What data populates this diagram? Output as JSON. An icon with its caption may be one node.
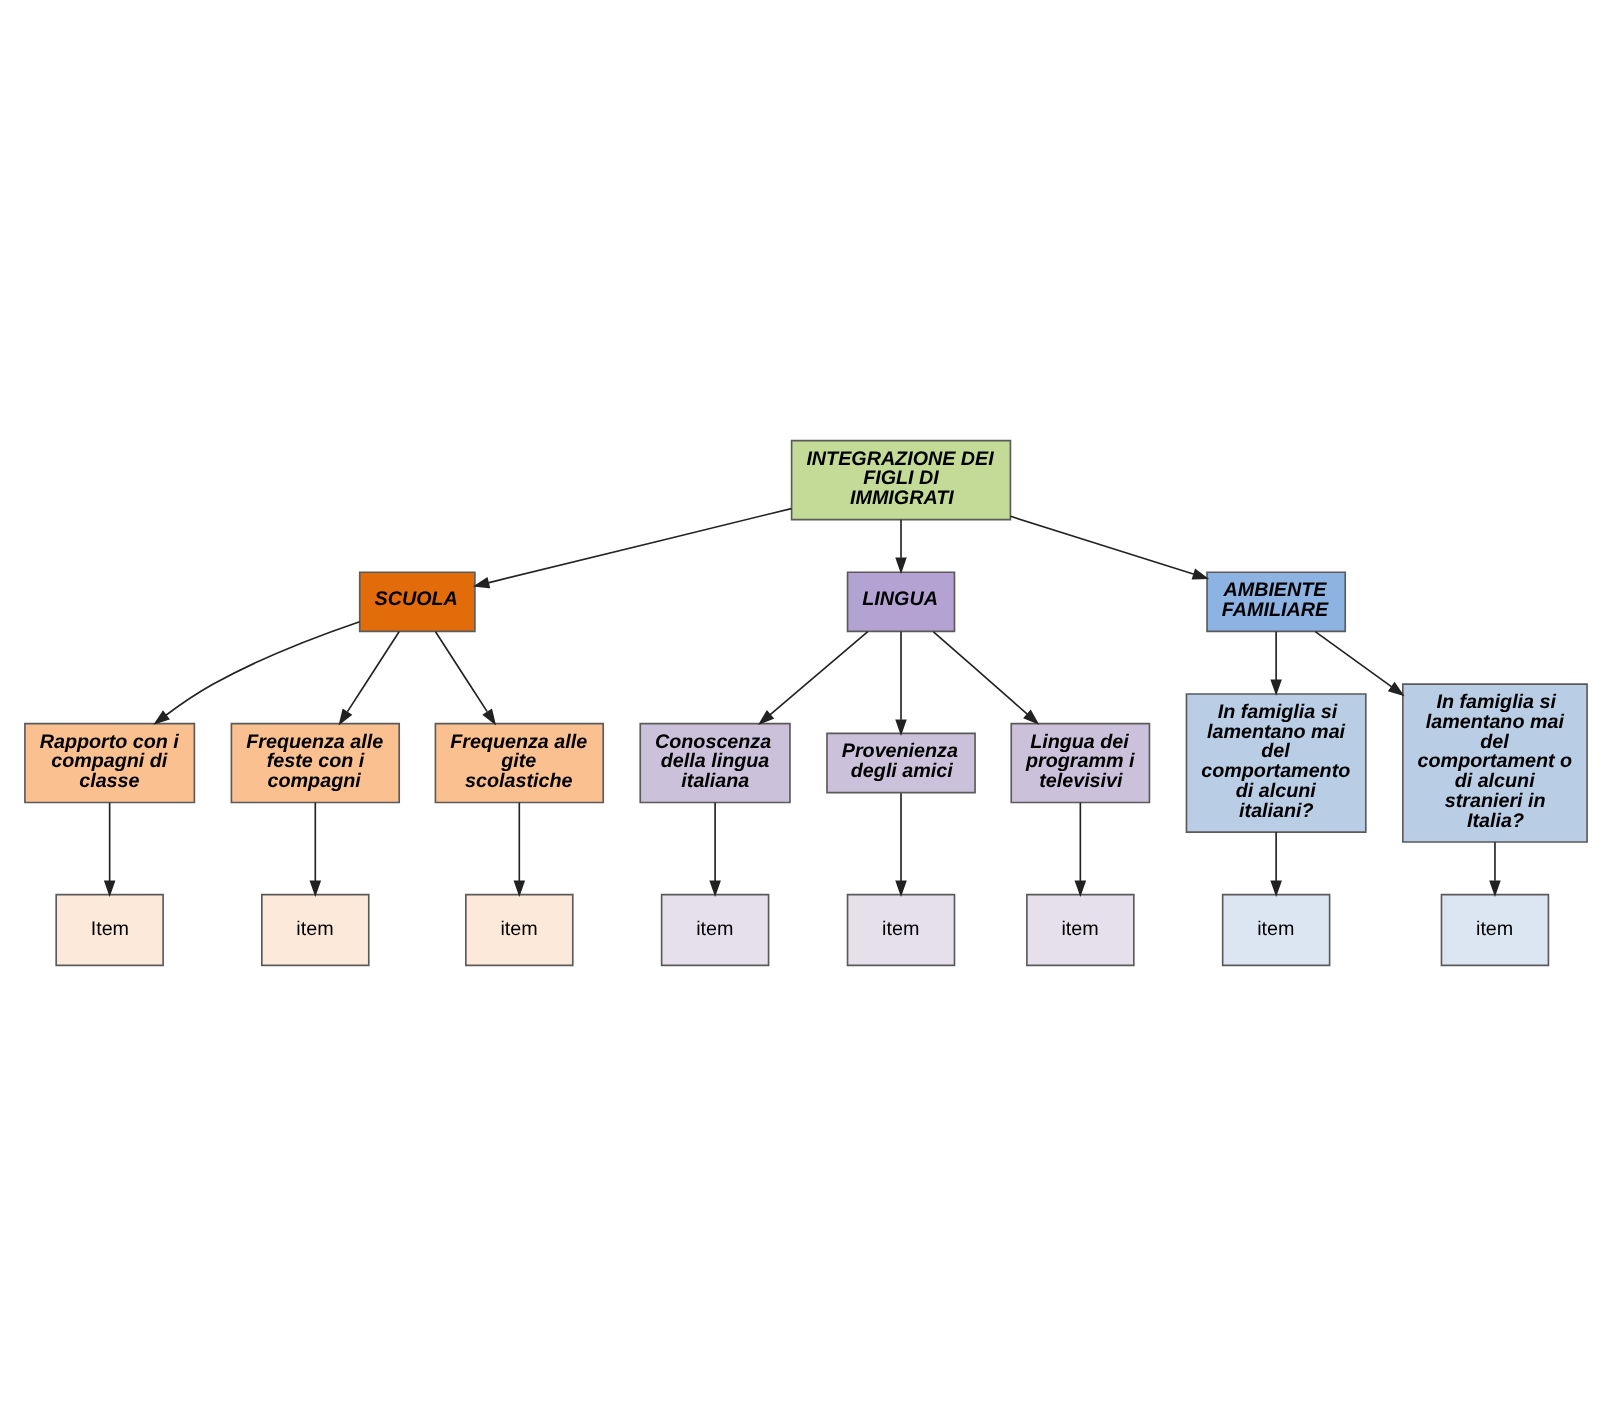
{
  "diagram": {
    "nodes": [
      {
        "text": [
          "INTEGRAZIONE DEI FIGLI DI IMMIGRATI"
        ]
      },
      {
        "text": [
          "SCUOLA"
        ]
      },
      {
        "text": [
          "LINGUA"
        ]
      },
      {
        "text": [
          "AMBIENTE FAMILIARE"
        ]
      },
      {
        "text": [
          "Rapporto con i compagni di classe"
        ]
      },
      {
        "text": [
          "Frequenza alle gite scolastiche"
        ]
      },
      {
        "text": [
          "Frequenza alle feste con i compagni"
        ]
      },
      {
        "text": [
          "Item"
        ]
      },
      {
        "text": [
          "item"
        ]
      },
      {
        "text": [
          "item"
        ]
      },
      {
        "text": [
          "Lingua dei programm i televisivi"
        ]
      },
      {
        "text": [
          "Conoscenza della lingua italiana"
        ]
      },
      {
        "text": [
          "Provenienza degli amici"
        ]
      },
      {
        "text": [
          "item"
        ]
      },
      {
        "text": [
          "item"
        ]
      },
      {
        "text": [
          "item"
        ]
      },
      {
        "text": [
          "In famiglia si lamentano mai del comportament o di alcuni stranieri in Italia?"
        ]
      },
      {
        "text": [
          "In famiglia si lamentano mai del comportamento di alcuni italiani?"
        ]
      },
      {
        "text": [
          "item"
        ]
      },
      {
        "text": [
          "item"
        ]
      }
    ],
    "edges": [
      {
        "from": 0,
        "to": 1,
        "arrow": "to"
      },
      {
        "from": 0,
        "to": 2,
        "arrow": "to"
      },
      {
        "from": 0,
        "to": 3,
        "arrow": "to"
      },
      {
        "from": 1,
        "to": 4,
        "arrow": "to"
      },
      {
        "from": 1,
        "to": 6,
        "arrow": "to"
      },
      {
        "from": 1,
        "to": 5,
        "arrow": "to"
      },
      {
        "from": 4,
        "to": 7,
        "arrow": "to"
      },
      {
        "from": 6,
        "to": 9,
        "arrow": "to"
      },
      {
        "from": 5,
        "to": 8,
        "arrow": "to"
      },
      {
        "from": 2,
        "to": 11,
        "arrow": "to"
      },
      {
        "from": 2,
        "to": 12,
        "arrow": "to"
      },
      {
        "from": 2,
        "to": 10,
        "arrow": "to"
      },
      {
        "from": 11,
        "to": 14,
        "arrow": "to"
      },
      {
        "from": 12,
        "to": 15,
        "arrow": "to"
      },
      {
        "from": 10,
        "to": 13,
        "arrow": "to"
      },
      {
        "from": 3,
        "to": 17,
        "arrow": "to"
      },
      {
        "from": 3,
        "to": 16,
        "arrow": "to"
      },
      {
        "from": 17,
        "to": 19,
        "arrow": "to"
      },
      {
        "from": 16,
        "to": 18,
        "arrow": "to"
      }
    ]
  }
}
